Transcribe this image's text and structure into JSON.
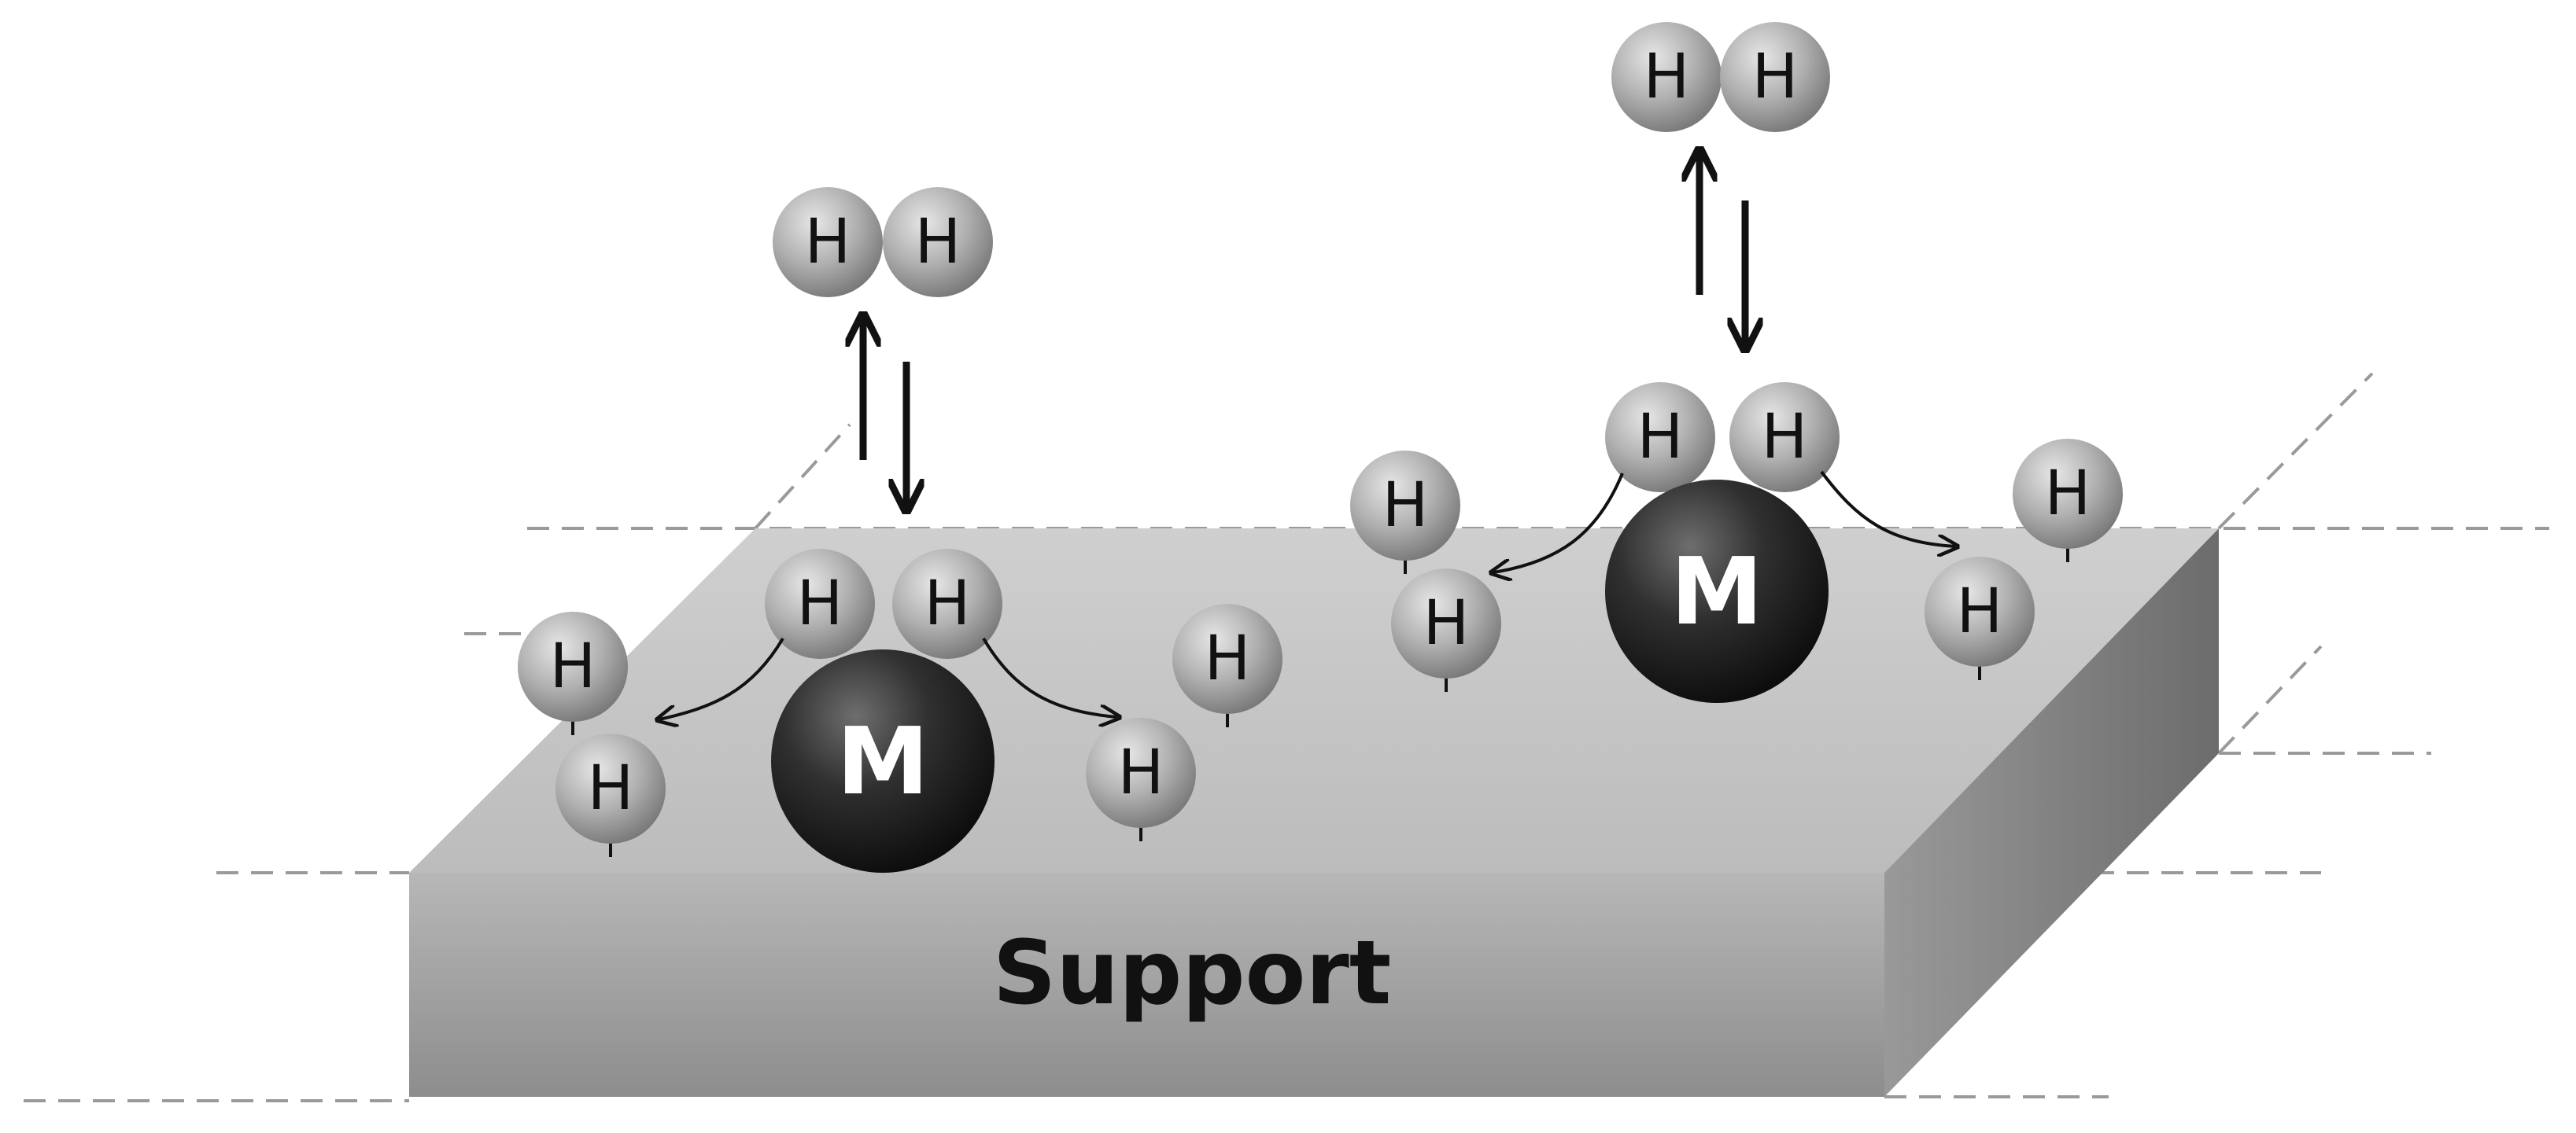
{
  "labels": {
    "support": "Support",
    "metal": "M",
    "hydrogen": "H"
  },
  "colors": {
    "top_face": "#c4c4c4",
    "front_face": "#a8a8a8",
    "side_face": "#8a8a8a",
    "metal_particle": "#303030",
    "hydrogen_atom": "#b0b0b0",
    "arrows": "#111111",
    "guide_lines": "#9a9a9a"
  },
  "icons": {
    "equilibrium": "double-arrow-icon",
    "spillover": "curved-arrow-icon"
  }
}
